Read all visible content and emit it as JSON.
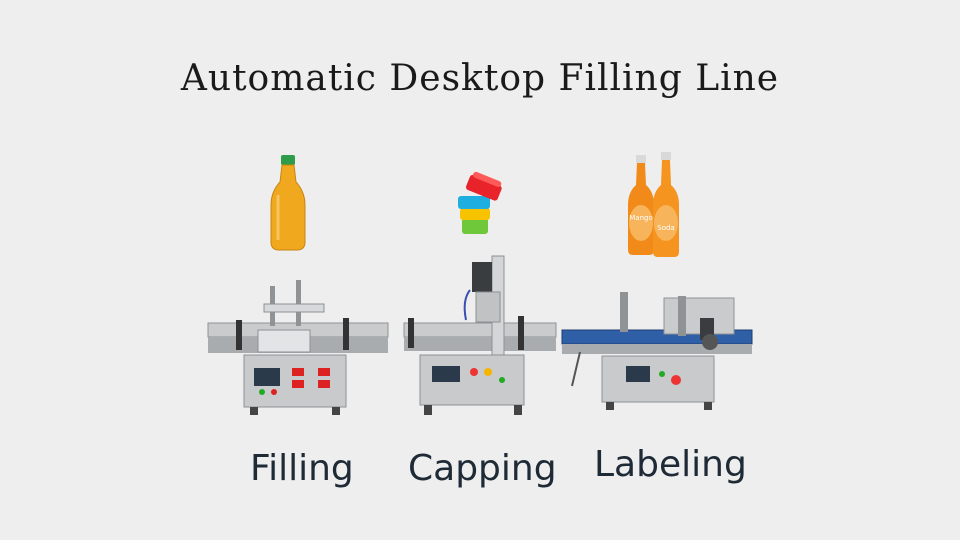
{
  "title": "Automatic Desktop Filling Line",
  "stages": [
    {
      "label": "Filling"
    },
    {
      "label": "Capping"
    },
    {
      "label": "Labeling"
    }
  ],
  "bottle_labels": [
    "Mango",
    "Soda"
  ],
  "colors": {
    "background": "#eeeeee",
    "juice": "#f0a81e",
    "bottle_cap": "#2e9c4a",
    "machine": "#b9bcbf",
    "conveyor": "#2f5fa6"
  }
}
